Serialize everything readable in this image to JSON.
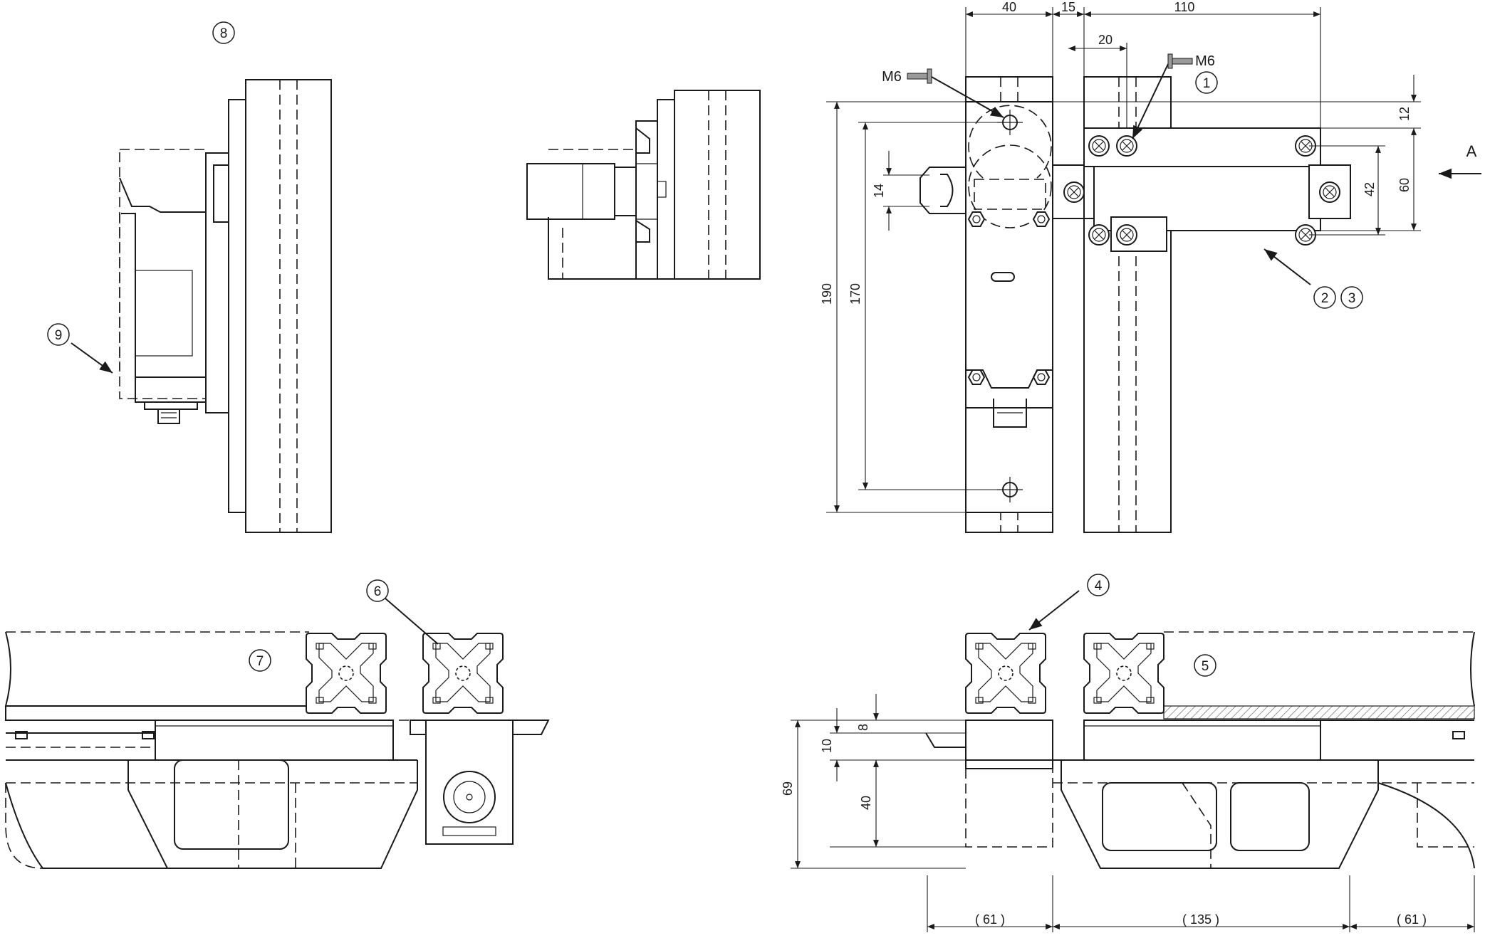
{
  "dimensions": {
    "d40": "40",
    "d15": "15",
    "d110": "110",
    "d20": "20",
    "d12": "12",
    "d60": "60",
    "d42": "42",
    "d14": "14",
    "d190": "190",
    "d170": "170",
    "d69": "69",
    "d8": "8",
    "d10": "10",
    "d40b": "40",
    "d61a": "( 61 )",
    "d135": "( 135 )",
    "d61b": "( 61 )"
  },
  "labels": {
    "m6_left": "M6",
    "m6_right": "M6",
    "view_a": "A"
  },
  "callouts": [
    "1",
    "2",
    "3",
    "4",
    "5",
    "6",
    "7",
    "8",
    "9"
  ]
}
